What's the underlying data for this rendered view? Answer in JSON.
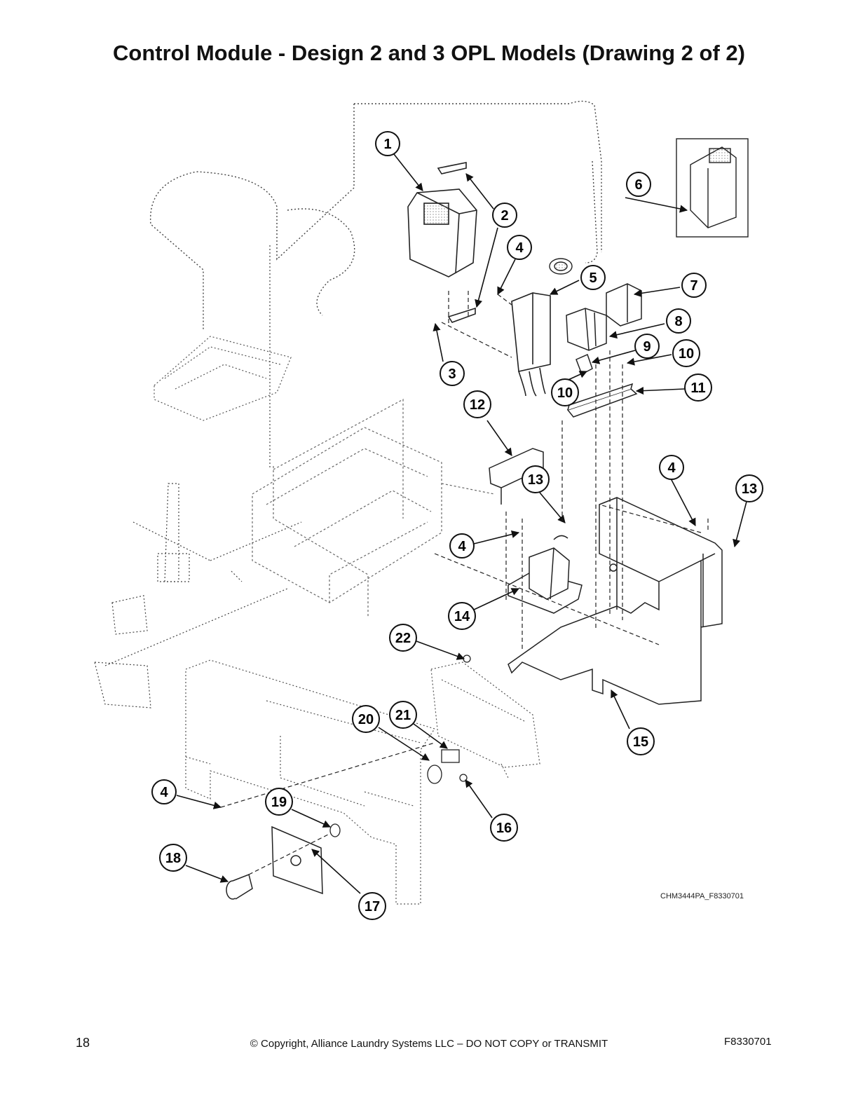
{
  "title": "Control Module - Design 2 and 3 OPL Models (Drawing 2 of 2)",
  "callouts": [
    {
      "label": "1"
    },
    {
      "label": "2"
    },
    {
      "label": "3"
    },
    {
      "label": "4"
    },
    {
      "label": "4"
    },
    {
      "label": "4"
    },
    {
      "label": "4"
    },
    {
      "label": "5"
    },
    {
      "label": "6"
    },
    {
      "label": "7"
    },
    {
      "label": "8"
    },
    {
      "label": "9"
    },
    {
      "label": "10"
    },
    {
      "label": "10"
    },
    {
      "label": "11"
    },
    {
      "label": "12"
    },
    {
      "label": "13"
    },
    {
      "label": "13"
    },
    {
      "label": "14"
    },
    {
      "label": "15"
    },
    {
      "label": "16"
    },
    {
      "label": "17"
    },
    {
      "label": "18"
    },
    {
      "label": "19"
    },
    {
      "label": "20"
    },
    {
      "label": "21"
    },
    {
      "label": "22"
    }
  ],
  "drawing_ref": "CHM3444PA_F8330701",
  "footer": {
    "page_number": "18",
    "copyright": "© Copyright, Alliance Laundry Systems LLC – DO NOT COPY or TRANSMIT",
    "doc_id": "F8330701"
  }
}
